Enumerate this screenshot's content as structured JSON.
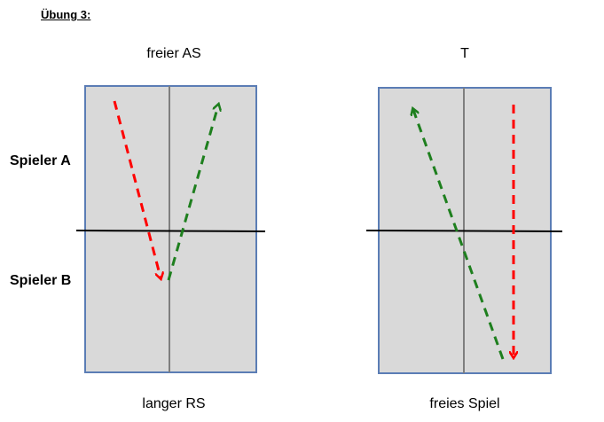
{
  "title": "Übung 3:",
  "rows": {
    "a": "Spieler A",
    "b": "Spieler B"
  },
  "left_court": {
    "top_caption": "freier AS",
    "bottom_caption": "langer RS"
  },
  "right_court": {
    "top_caption": "T",
    "bottom_caption": "freies Spiel"
  },
  "colors": {
    "court_fill": "#d9d9d9",
    "court_border": "#5b7db5",
    "center_line": "#7f7f7f",
    "net": "#000000",
    "red_arrow": "#ff0000",
    "green_arrow": "#1e7f1e"
  }
}
